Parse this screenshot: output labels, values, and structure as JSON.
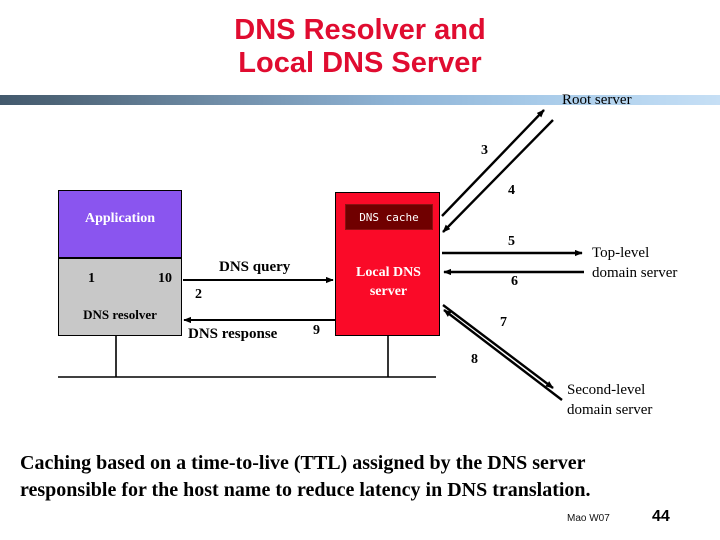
{
  "slide": {
    "title_line1": "DNS Resolver and",
    "title_line2": "Local DNS Server",
    "title_color": "#e00c30",
    "bar_gradient_from": "#43596d",
    "bar_gradient_to": "#c6dff5",
    "caption_line1": "Caching based on a time-to-live (TTL) assigned by the DNS server",
    "caption_line2": "responsible for the host name to reduce latency in DNS translation.",
    "footer_author": "Mao W07",
    "footer_page": "44"
  },
  "diagram": {
    "client": {
      "application_label": "Application",
      "application_color": "#8a55ef",
      "resolver_label": "DNS resolver",
      "resolver_color": "#c8c8c8"
    },
    "local_server": {
      "label_line1": "Local DNS",
      "label_line2": "server",
      "box_color": "#fa0a28",
      "cache_label": "DNS cache",
      "cache_color": "#700000"
    },
    "external_servers": [
      {
        "name": "root",
        "label": "Root server"
      },
      {
        "name": "top-level-domain",
        "label_line1": "Top-level",
        "label_line2": "domain server"
      },
      {
        "name": "second-level-domain",
        "label_line1": "Second-level",
        "label_line2": "domain server"
      }
    ],
    "edge_labels": {
      "query": "DNS query",
      "response": "DNS response"
    },
    "step_numbers": {
      "s1": "1",
      "s2": "2",
      "s3": "3",
      "s4": "4",
      "s5": "5",
      "s6": "6",
      "s7": "7",
      "s8": "8",
      "s9": "9",
      "s10": "10"
    }
  }
}
